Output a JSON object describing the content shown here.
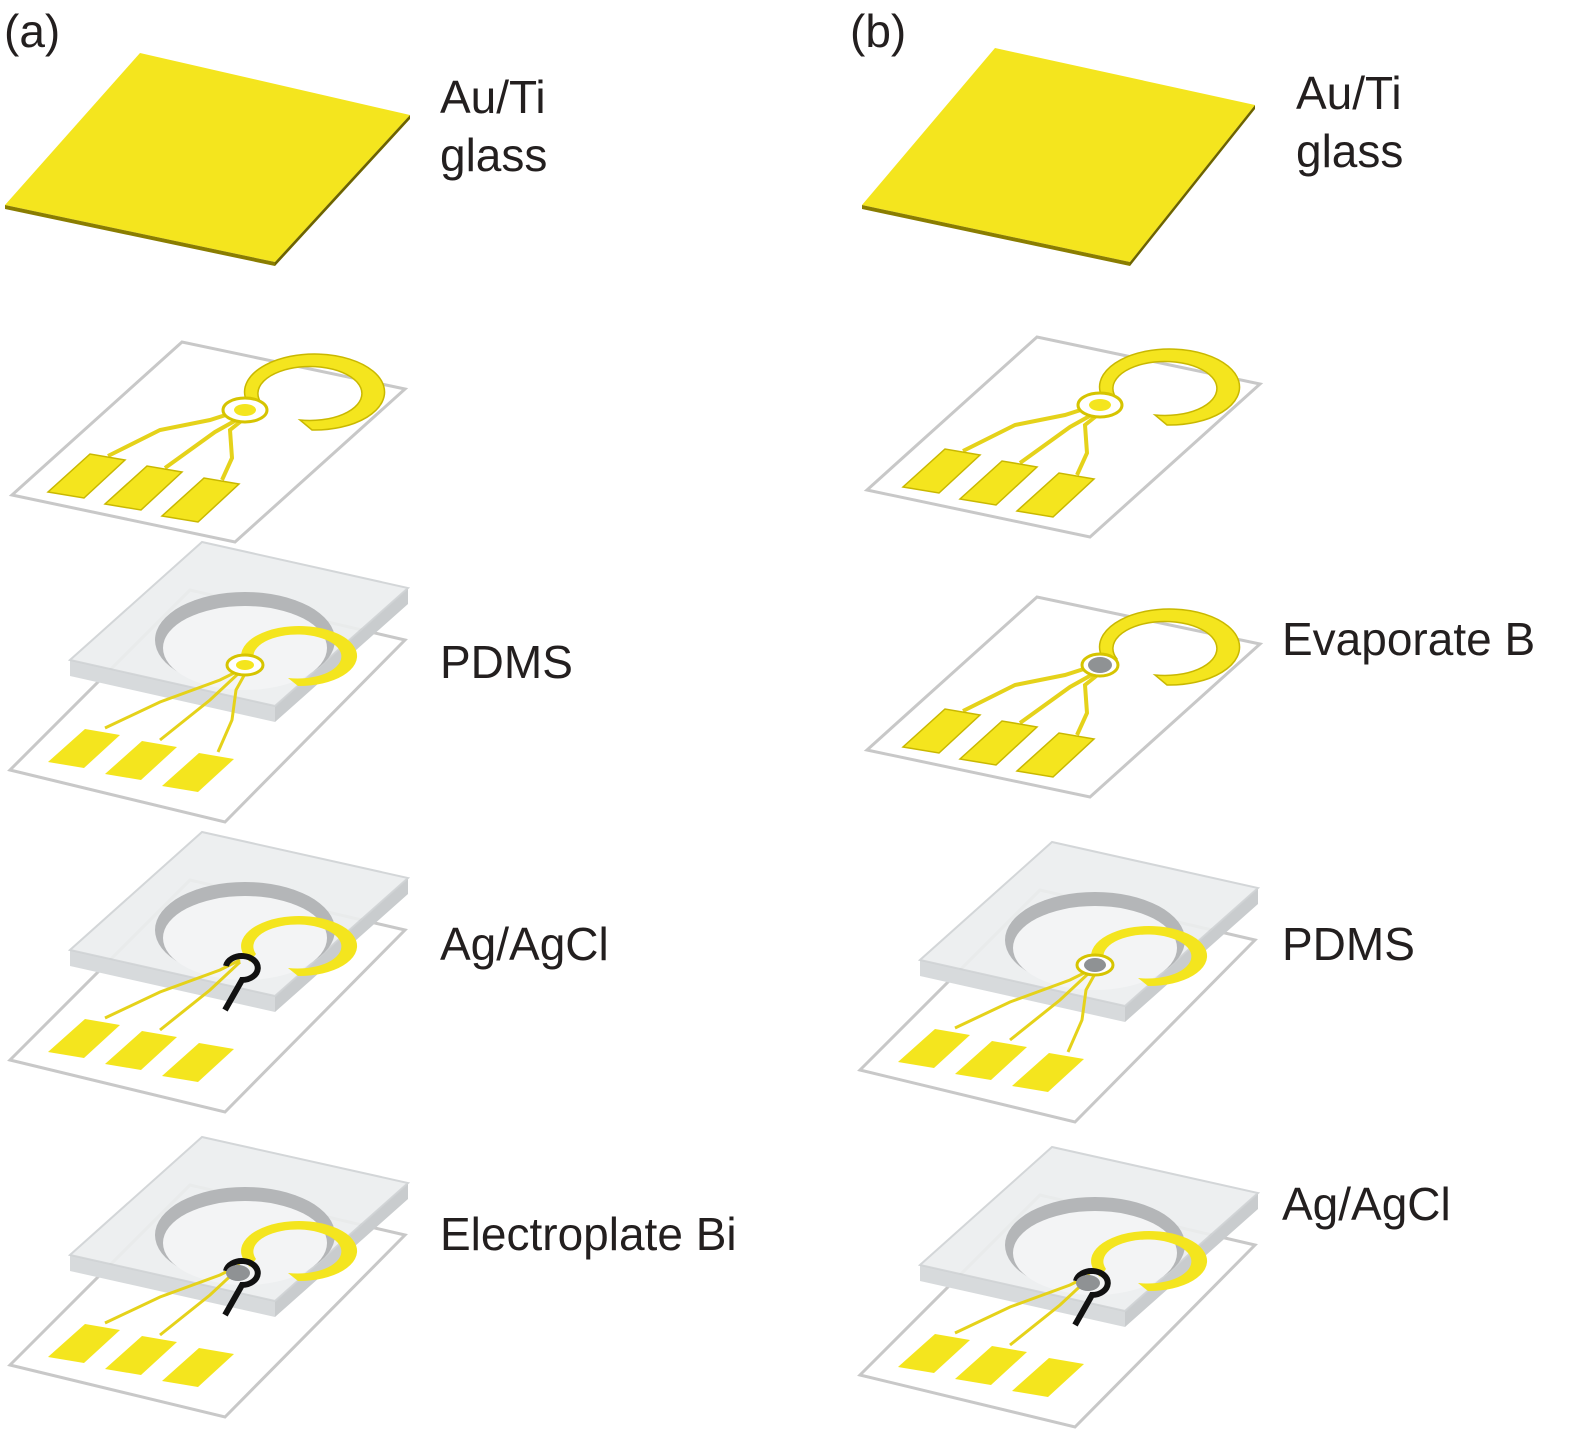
{
  "colors": {
    "gold": "#f4e51e",
    "gold_edge": "#b8a400",
    "glass_edge": "#c8c8c8",
    "pdms_fill": "#eceeef",
    "pdms_side": "#d7dadc",
    "ring_gray": "#b4b6b8",
    "agcl_black": "#111111",
    "bi_gray": "#8f9294"
  },
  "panels": [
    {
      "label": "(a)",
      "steps": [
        {
          "label": "Au/Ti\nglass",
          "stage": "substrate"
        },
        {
          "label": "",
          "stage": "patterned"
        },
        {
          "label": "PDMS",
          "stage": "pdms"
        },
        {
          "label": "Ag/AgCl",
          "stage": "agcl"
        },
        {
          "label": "Electroplate Bi",
          "stage": "bi"
        }
      ]
    },
    {
      "label": "(b)",
      "steps": [
        {
          "label": "Au/Ti\nglass",
          "stage": "substrate"
        },
        {
          "label": "",
          "stage": "patterned"
        },
        {
          "label": "Evaporate B",
          "stage": "evaporated"
        },
        {
          "label": "PDMS",
          "stage": "pdms_bi"
        },
        {
          "label": "Ag/AgCl",
          "stage": "agcl_bi"
        }
      ]
    }
  ]
}
